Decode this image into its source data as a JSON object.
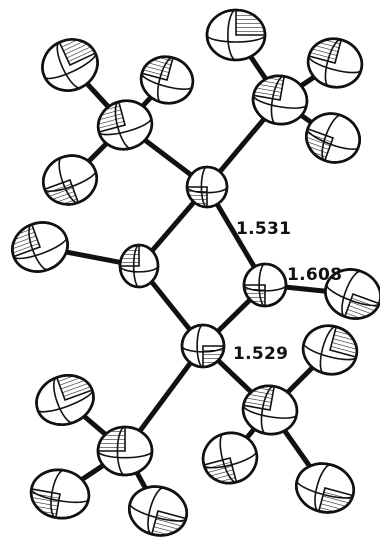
{
  "bond_lengths": [
    {
      "id": "bond-1",
      "text": "1.531"
    },
    {
      "id": "bond-2",
      "text": "1.608"
    },
    {
      "id": "bond-3",
      "text": "1.529"
    }
  ],
  "colors": {
    "ink": "#111111",
    "background": "#ffffff"
  }
}
